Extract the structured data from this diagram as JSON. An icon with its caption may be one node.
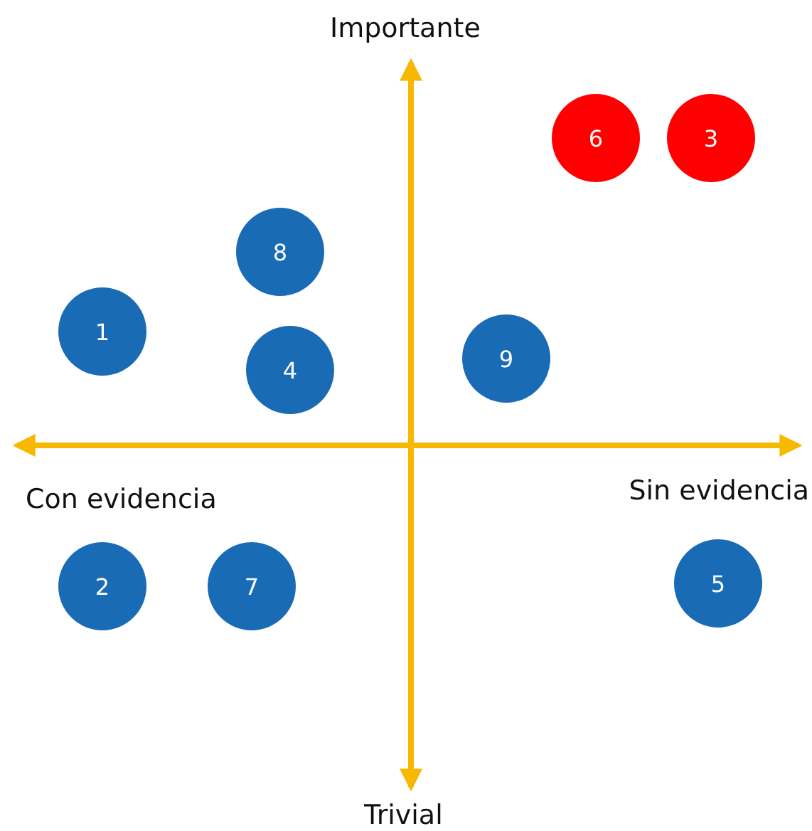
{
  "diagram": {
    "nodes": [
      {
        "text": [
          "6"
        ]
      },
      {
        "text": [
          "3"
        ]
      },
      {
        "text": [
          "8"
        ]
      },
      {
        "text": [
          "1"
        ]
      },
      {
        "text": [
          "4"
        ]
      },
      {
        "text": [
          "9"
        ]
      },
      {
        "text": [
          "2"
        ]
      },
      {
        "text": [
          "7"
        ]
      },
      {
        "text": [
          "5"
        ]
      }
    ],
    "edges": [],
    "labels": [
      "Importante",
      "Con evidencia",
      "Sin evidencia",
      "Trivial"
    ]
  }
}
